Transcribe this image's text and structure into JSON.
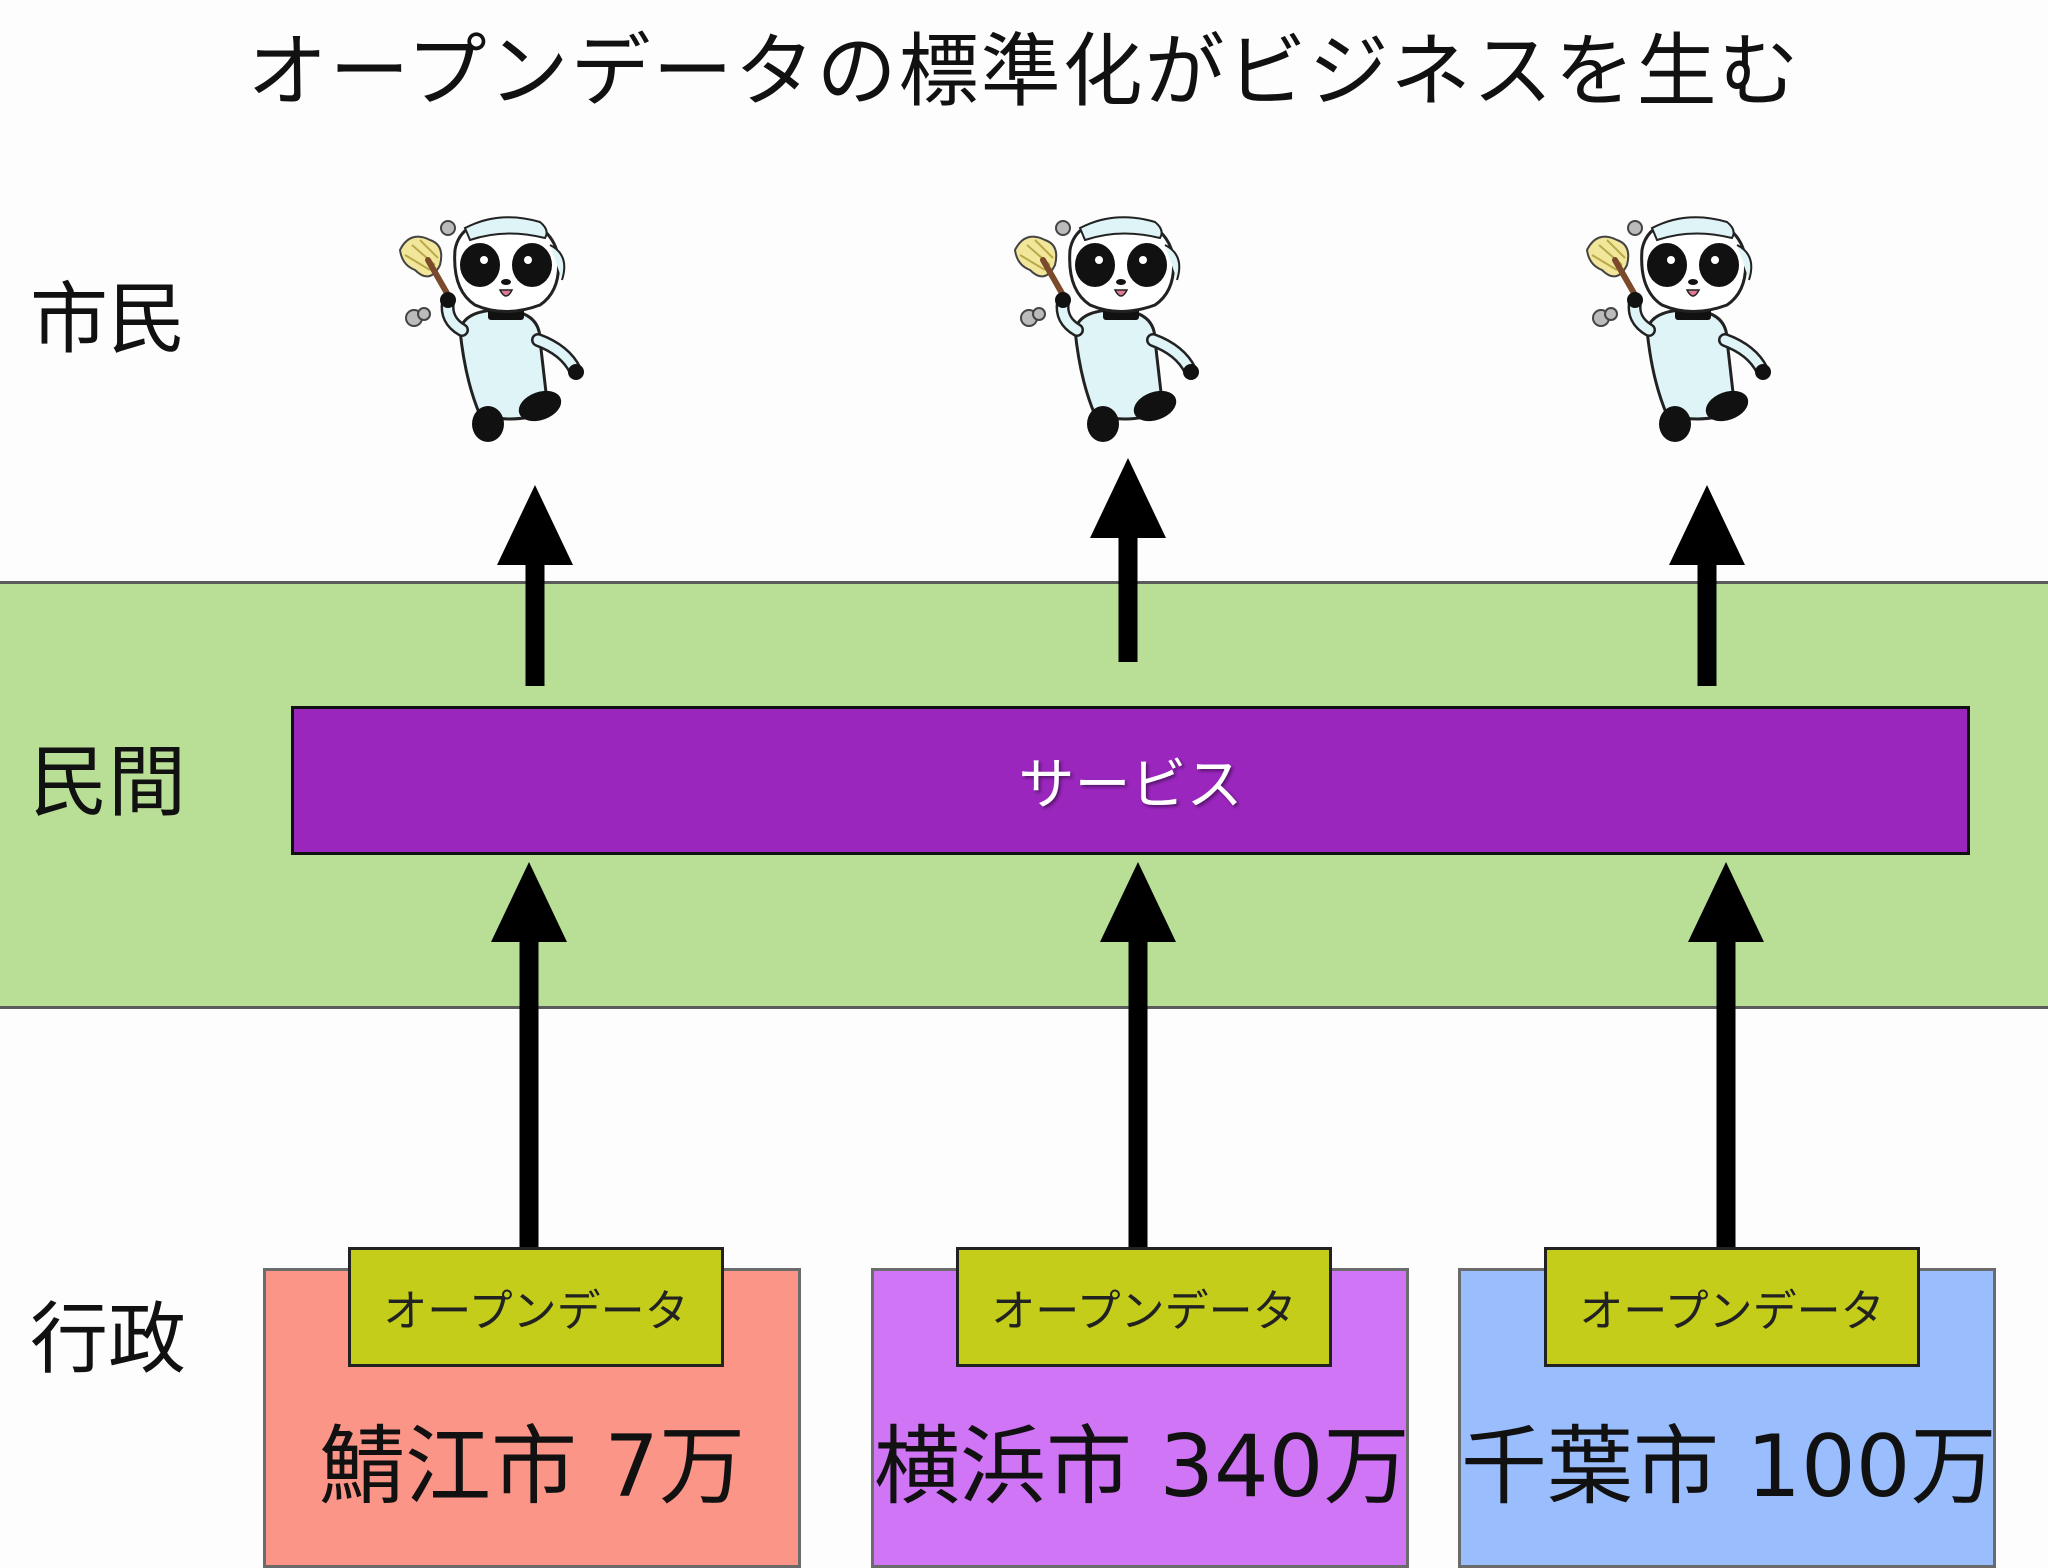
{
  "title": "オープンデータの標準化がビジネスを生む",
  "row_labels": {
    "citizens": "市民",
    "private": "民間",
    "government": "行政"
  },
  "service_label": "サービス",
  "open_data_label": "オープンデータ",
  "cities": [
    {
      "label": "鯖江市 7万",
      "color": "#fb9587"
    },
    {
      "label": "横浜市 340万",
      "color": "#d075f5"
    },
    {
      "label": "千葉市 100万",
      "color": "#99bdfd"
    }
  ],
  "colors": {
    "private_band": "#b8df95",
    "service_bar": "#9a26be",
    "open_data_badge": "#c3cd1a"
  },
  "icons": [
    "cleaning-panda-character",
    "arrow-up"
  ]
}
